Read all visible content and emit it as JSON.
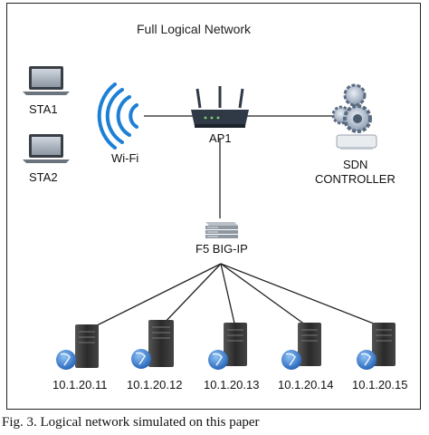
{
  "title": "Full Logical Network",
  "stations": [
    {
      "id": "sta1",
      "label": "STA1"
    },
    {
      "id": "sta2",
      "label": "STA2"
    }
  ],
  "wifi": {
    "label": "Wi-Fi"
  },
  "access_point": {
    "label": "AP1"
  },
  "controller": {
    "label_line1": "SDN",
    "label_line2": "CONTROLLER"
  },
  "load_balancer": {
    "label": "F5 BIG-IP"
  },
  "servers": [
    {
      "label": "10.1.20.11"
    },
    {
      "label": "10.1.20.12"
    },
    {
      "label": "10.1.20.13"
    },
    {
      "label": "10.1.20.14"
    },
    {
      "label": "10.1.20.15"
    }
  ],
  "caption": "Fig. 3. Logical network simulated on this paper",
  "colors": {
    "link": "#222222",
    "wifi_wave": "#1e7fd6",
    "server_dark": "#2b2b2b",
    "globe": "#2a6cc4",
    "router": "#2f3a46"
  },
  "icons": {
    "station": "laptop-icon",
    "wifi": "wifi-waves-icon",
    "ap": "router-icon",
    "controller": "gear-cluster-icon",
    "load_balancer": "rack-server-icon",
    "server": "tower-server-globe-icon"
  }
}
